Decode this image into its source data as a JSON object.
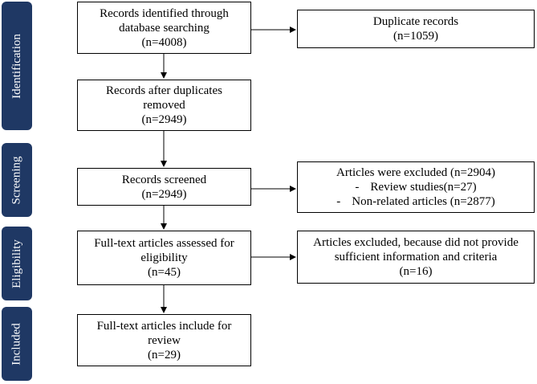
{
  "colors": {
    "phase_bg": "#1f3864",
    "phase_text": "#ffffff",
    "line": "#000000"
  },
  "phases": {
    "identification": "Identification",
    "screening": "Screening",
    "eligibility": "Eligibility",
    "included": "Included"
  },
  "boxes": {
    "identified": {
      "line1": "Records identified through",
      "line2": "database searching",
      "count": "(n=4008)"
    },
    "duplicates": {
      "line1": "Duplicate records",
      "count": "(n=1059)"
    },
    "after_dup": {
      "line1": "Records after duplicates",
      "line2": "removed",
      "count": "(n=2949)"
    },
    "screened": {
      "line1": "Records screened",
      "count": "(n=2949)"
    },
    "excluded": {
      "line1": "Articles were excluded (n=2904)",
      "items": [
        {
          "dash": "-",
          "text": "Review studies(n=27)"
        },
        {
          "dash": "-",
          "text": "Non-related articles (n=2877)"
        }
      ]
    },
    "fulltext": {
      "line1": "Full-text articles assessed for",
      "line2": "eligibility",
      "count": "(n=45)"
    },
    "fulltext_excluded": {
      "line1": "Articles excluded, because did not provide",
      "line2": "sufficient information and criteria",
      "count": "(n=16)"
    },
    "included": {
      "line1": "Full-text articles include for",
      "line2": "review",
      "count": "(n=29)"
    }
  }
}
